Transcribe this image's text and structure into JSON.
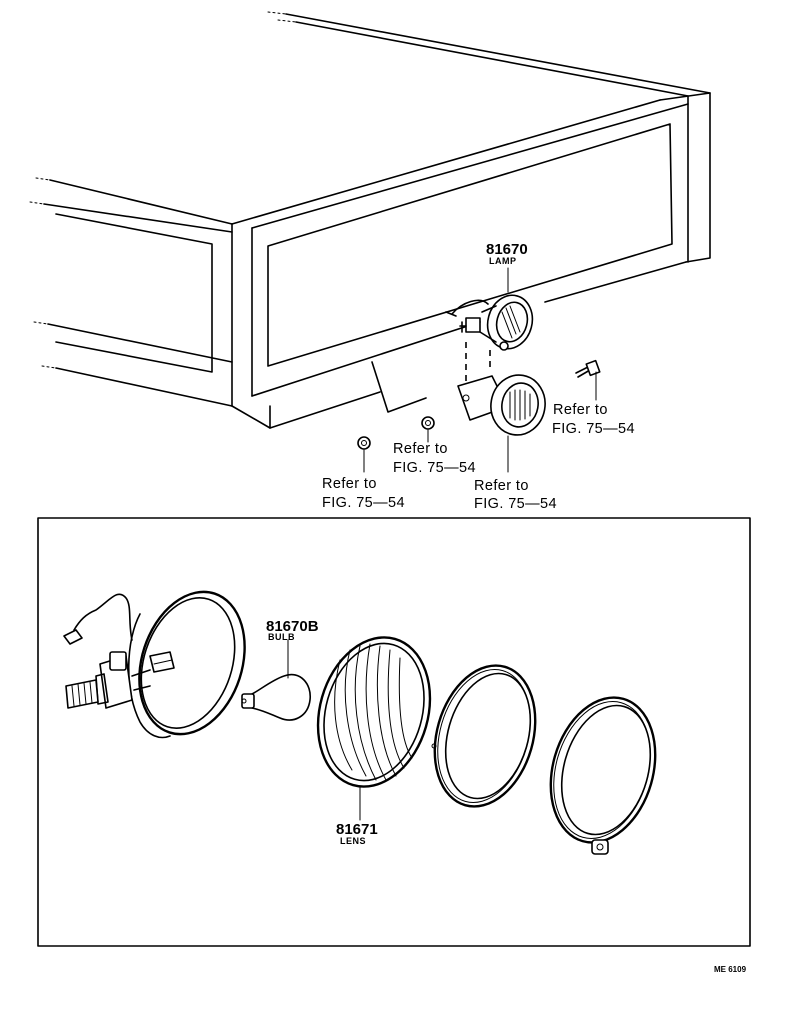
{
  "parts": {
    "lamp": {
      "number": "81670",
      "name": "LAMP"
    },
    "bulb": {
      "number": "81670B",
      "name": "BULB"
    },
    "lens": {
      "number": "81671",
      "name": "LENS"
    }
  },
  "refs": {
    "bracket": {
      "line1": "Refer to",
      "line2": "FIG. 75—54"
    },
    "bolt": {
      "line1": "Refer to",
      "line2": "FIG. 75—54"
    },
    "nut_small": {
      "line1": "Refer to",
      "line2": "FIG. 75—54"
    },
    "nut_left": {
      "line1": "Refer to",
      "line2": "FIG. 75—54"
    }
  },
  "drawing_code": "ME 6109"
}
